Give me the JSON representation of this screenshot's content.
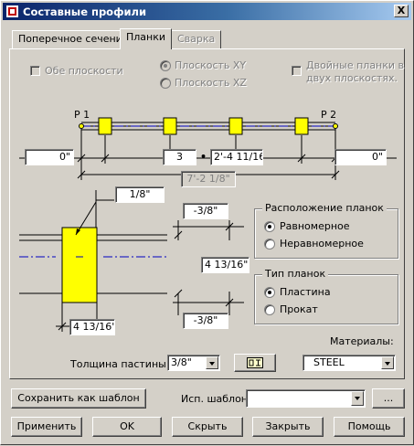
{
  "window": {
    "title": "Составные профили",
    "close_label": "X"
  },
  "tabs": [
    {
      "label": "Поперечное сечение"
    },
    {
      "label": "Планки"
    },
    {
      "label": "Сварка"
    }
  ],
  "planes": {
    "both_planes": "Обе плоскости",
    "plane_xy": "Плоскость XY",
    "plane_xz": "Плоскость XZ",
    "double_plates_line1": "Двойные планки в",
    "double_plates_line2": "двух плоскостях."
  },
  "layout_diagram": {
    "p1": "P 1",
    "p2": "P 2",
    "left_offset": "0\"",
    "count": "3",
    "separator": "•",
    "spacing": "2'-4 11/16",
    "right_offset": "0\"",
    "total_length": "7'-2 1/8\""
  },
  "section_diagram": {
    "gap": "1/8\"",
    "top_offset": "-3/8\"",
    "height": "4 13/16\"",
    "bottom_offset": "-3/8\"",
    "width": "4 13/16\""
  },
  "placement": {
    "title": "Расположение планок",
    "uniform": "Равномерное",
    "nonuniform": "Неравномерное"
  },
  "plate_type": {
    "title": "Тип планок",
    "plate": "Пластина",
    "rolled": "Прокат"
  },
  "thickness": {
    "label": "Толщина пастины:",
    "value": "3/8\""
  },
  "materials": {
    "label": "Материалы:",
    "value": "STEEL"
  },
  "template": {
    "save_label": "Сохранить как шаблон",
    "use_label": "Исп. шаблон",
    "value": "",
    "browse_label": "..."
  },
  "buttons": {
    "apply": "Применить",
    "ok": "OK",
    "hide": "Скрыть",
    "close": "Закрыть",
    "help": "Помощь"
  },
  "colors": {
    "plate": "#ffff00",
    "title_start": "#0a246a",
    "title_end": "#a6caf0",
    "axis": "#0000c0"
  }
}
